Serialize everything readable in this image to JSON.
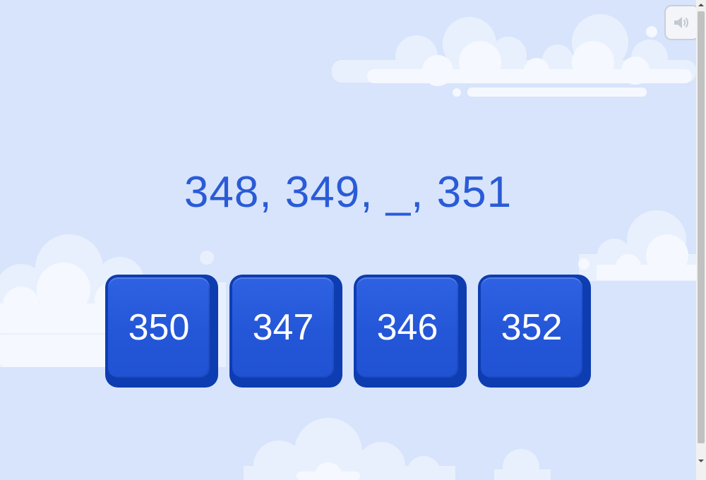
{
  "question": {
    "text": "348, 349, _, 351"
  },
  "answers": [
    {
      "label": "350"
    },
    {
      "label": "347"
    },
    {
      "label": "346"
    },
    {
      "label": "352"
    }
  ],
  "sound_button": {
    "icon": "speaker-icon"
  },
  "colors": {
    "background": "#d7e4fb",
    "question_text": "#2a5bd7",
    "button_fill": "#2456d8",
    "button_border": "#0d3db0",
    "button_text": "#ffffff"
  }
}
